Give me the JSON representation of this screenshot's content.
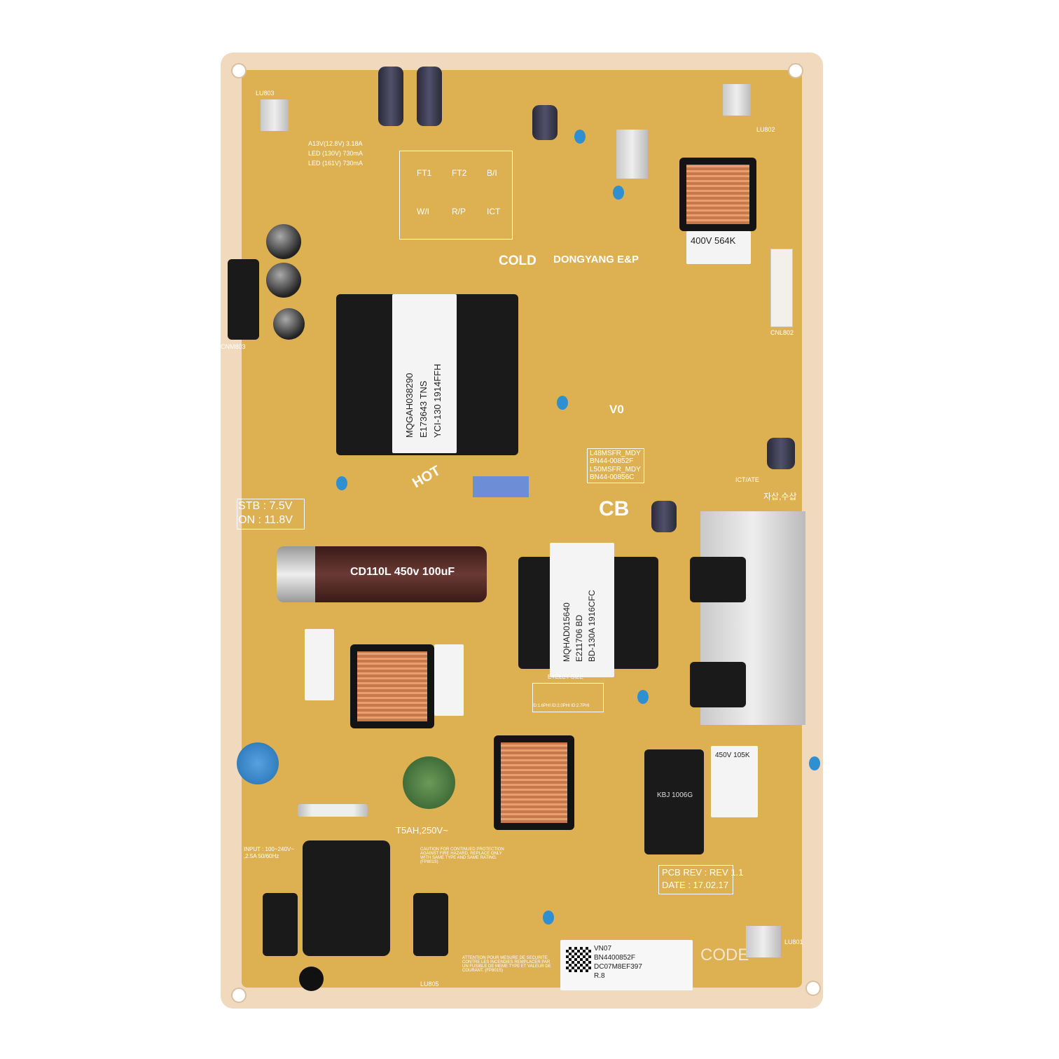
{
  "board_colors": {
    "substrate": "#ddb052",
    "border": "#f0d9bd",
    "silkscreen": "#ffffff"
  },
  "silkscreen": {
    "cold": "COLD",
    "hot": "HOT",
    "cb": "CB",
    "v0": "V0",
    "stb": "STB : 7.5V",
    "on": "ON : 11.8V",
    "brand": "DONGYANG E&P",
    "pcb_rev": "PCB REV : REV 1.1",
    "date": "DATE : 17.02.17",
    "fuse_rating": "T5AH,250V~",
    "input": "INPUT : 100~240V~ ,2.5A 50/60Hz",
    "caution": "CAUTION FOR CONTINUED PROTECTION AGAINST FIRE HAZARD, REPLACE ONLY WITH SAME TYPE AND SAME RATING. (FP801S)",
    "attention": "ATTENTION POUR MESURE DE SECURITE CONTRE LES INCENDIES REMPLACER PAR UN FUSIBLE DE MEME TYPE ET VALEUR DE COURANT. (FP801S)",
    "eyelet": "EYELET SIZE",
    "eyelet_sizes": "ID:1.6PHI ID:2.0PHI ID:2.7PHI",
    "code": "CODE",
    "korean": "자삽,수삽",
    "ict": "ICT/ATE",
    "models": [
      "L48MSFR_MDY",
      "BN44-00852F",
      "L50MSFR_MDY",
      "BN44-00856C"
    ],
    "test_grid": [
      "FT1",
      "FT2",
      "B/I",
      "W/I",
      "R/P",
      "ICT"
    ],
    "ratings": [
      "A13V(12.8V) 3.18A",
      "LED (130V) 730mA",
      "LED (161V) 730mA"
    ],
    "connectors": [
      "LU803",
      "LU802",
      "LU801",
      "CNL802",
      "CNM803",
      "LU805"
    ]
  },
  "components": {
    "main_cap": "CD110L 450v 100uF",
    "x_cap_top": "400V 564K",
    "x_cap_bottom": "450V 105K",
    "transformer_1": [
      "MQGAH038290",
      "E173643 TNS",
      "YCI-130 1914FFH"
    ],
    "transformer_2": [
      "MQHAD015640",
      "E211706 BD",
      "BD-130A 1916CFC"
    ],
    "bridge": "KBJ 1006G"
  },
  "sticker": {
    "lines": [
      "VN07",
      "BN4400852F",
      "DC07M8EF397",
      "R.8"
    ]
  }
}
